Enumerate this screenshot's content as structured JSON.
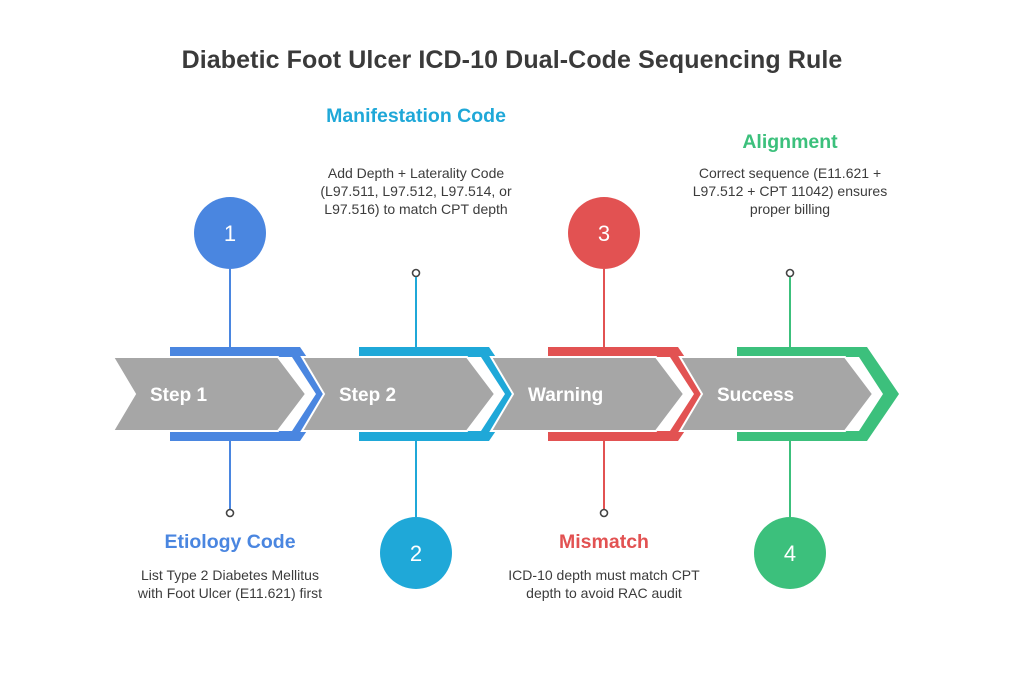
{
  "title": "Diabetic Foot Ulcer ICD-10 Dual-Code Sequencing Rule",
  "steps": [
    {
      "number": "1",
      "arrow_label": "Step 1",
      "heading": "Etiology Code",
      "description": "List Type 2 Diabetes Mellitus with Foot Ulcer (E11.621) first",
      "color": "#4a86e0"
    },
    {
      "number": "2",
      "arrow_label": "Step 2",
      "heading": "Manifestation Code",
      "description": "Add Depth + Laterality Code (L97.511, L97.512, L97.514, or L97.516) to match CPT depth",
      "color": "#1fa8d8"
    },
    {
      "number": "3",
      "arrow_label": "Warning",
      "heading": "Mismatch",
      "description": "ICD-10 depth must match CPT depth to avoid RAC audit",
      "color": "#e25252"
    },
    {
      "number": "4",
      "arrow_label": "Success",
      "heading": "Alignment",
      "description": "Correct sequence (E11.621 + L97.512 + CPT 11042) ensures proper billing",
      "color": "#3cc07c"
    }
  ],
  "arrow_fill": "#a6a6a6"
}
